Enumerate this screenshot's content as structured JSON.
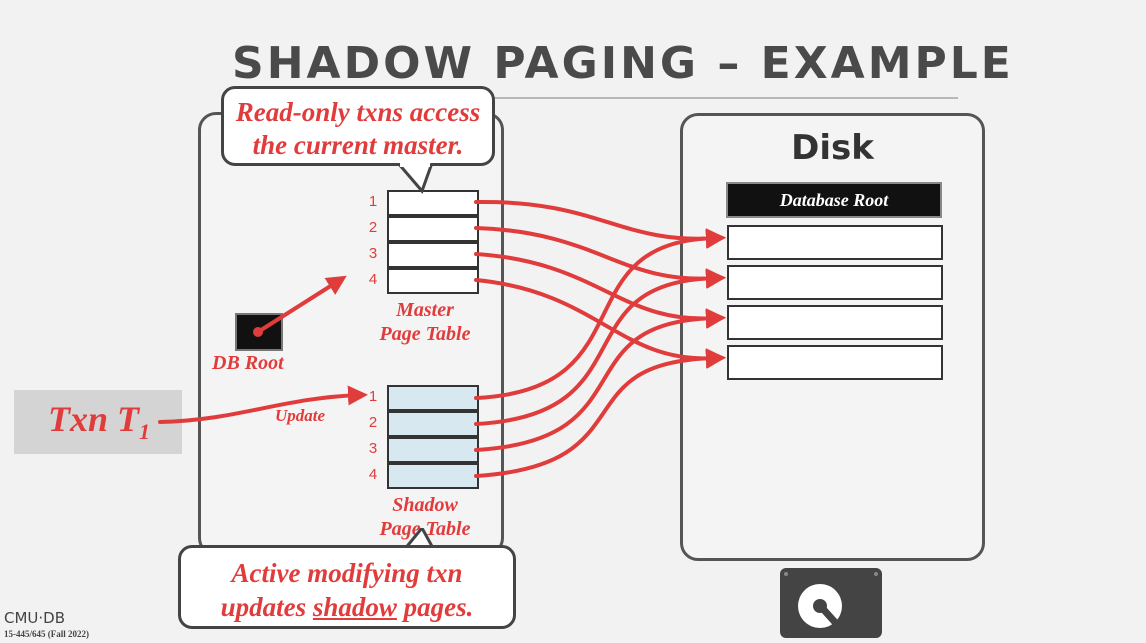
{
  "slide": {
    "title": "SHADOW PAGING – EXAMPLE"
  },
  "disk": {
    "title": "Disk",
    "database_root_label": "Database Root",
    "icon": "hard-drive-icon"
  },
  "master_table": {
    "numbers": [
      "1",
      "2",
      "3",
      "4"
    ],
    "label_line1": "Master",
    "label_line2": "Page Table"
  },
  "shadow_table": {
    "numbers": [
      "1",
      "2",
      "3",
      "4"
    ],
    "label_line1": "Shadow",
    "label_line2": "Page Table"
  },
  "db_root": {
    "label": "DB Root"
  },
  "txn": {
    "label": "Txn T",
    "subscript": "1",
    "update_label": "Update"
  },
  "callouts": {
    "top_line1": "Read-only txns access",
    "top_line2": "the current master.",
    "bottom_line1": "Active modifying txn",
    "bottom_line2_pre": "updates ",
    "bottom_line2_underlined": "shadow",
    "bottom_line2_post": " pages."
  },
  "footer": {
    "logo": "CMU·DB",
    "course": "15-445/645 (Fall 2022)"
  },
  "colors": {
    "accent_red": "#e13c3c",
    "shadow_cell": "#d8e8f0",
    "outline": "#444444"
  }
}
